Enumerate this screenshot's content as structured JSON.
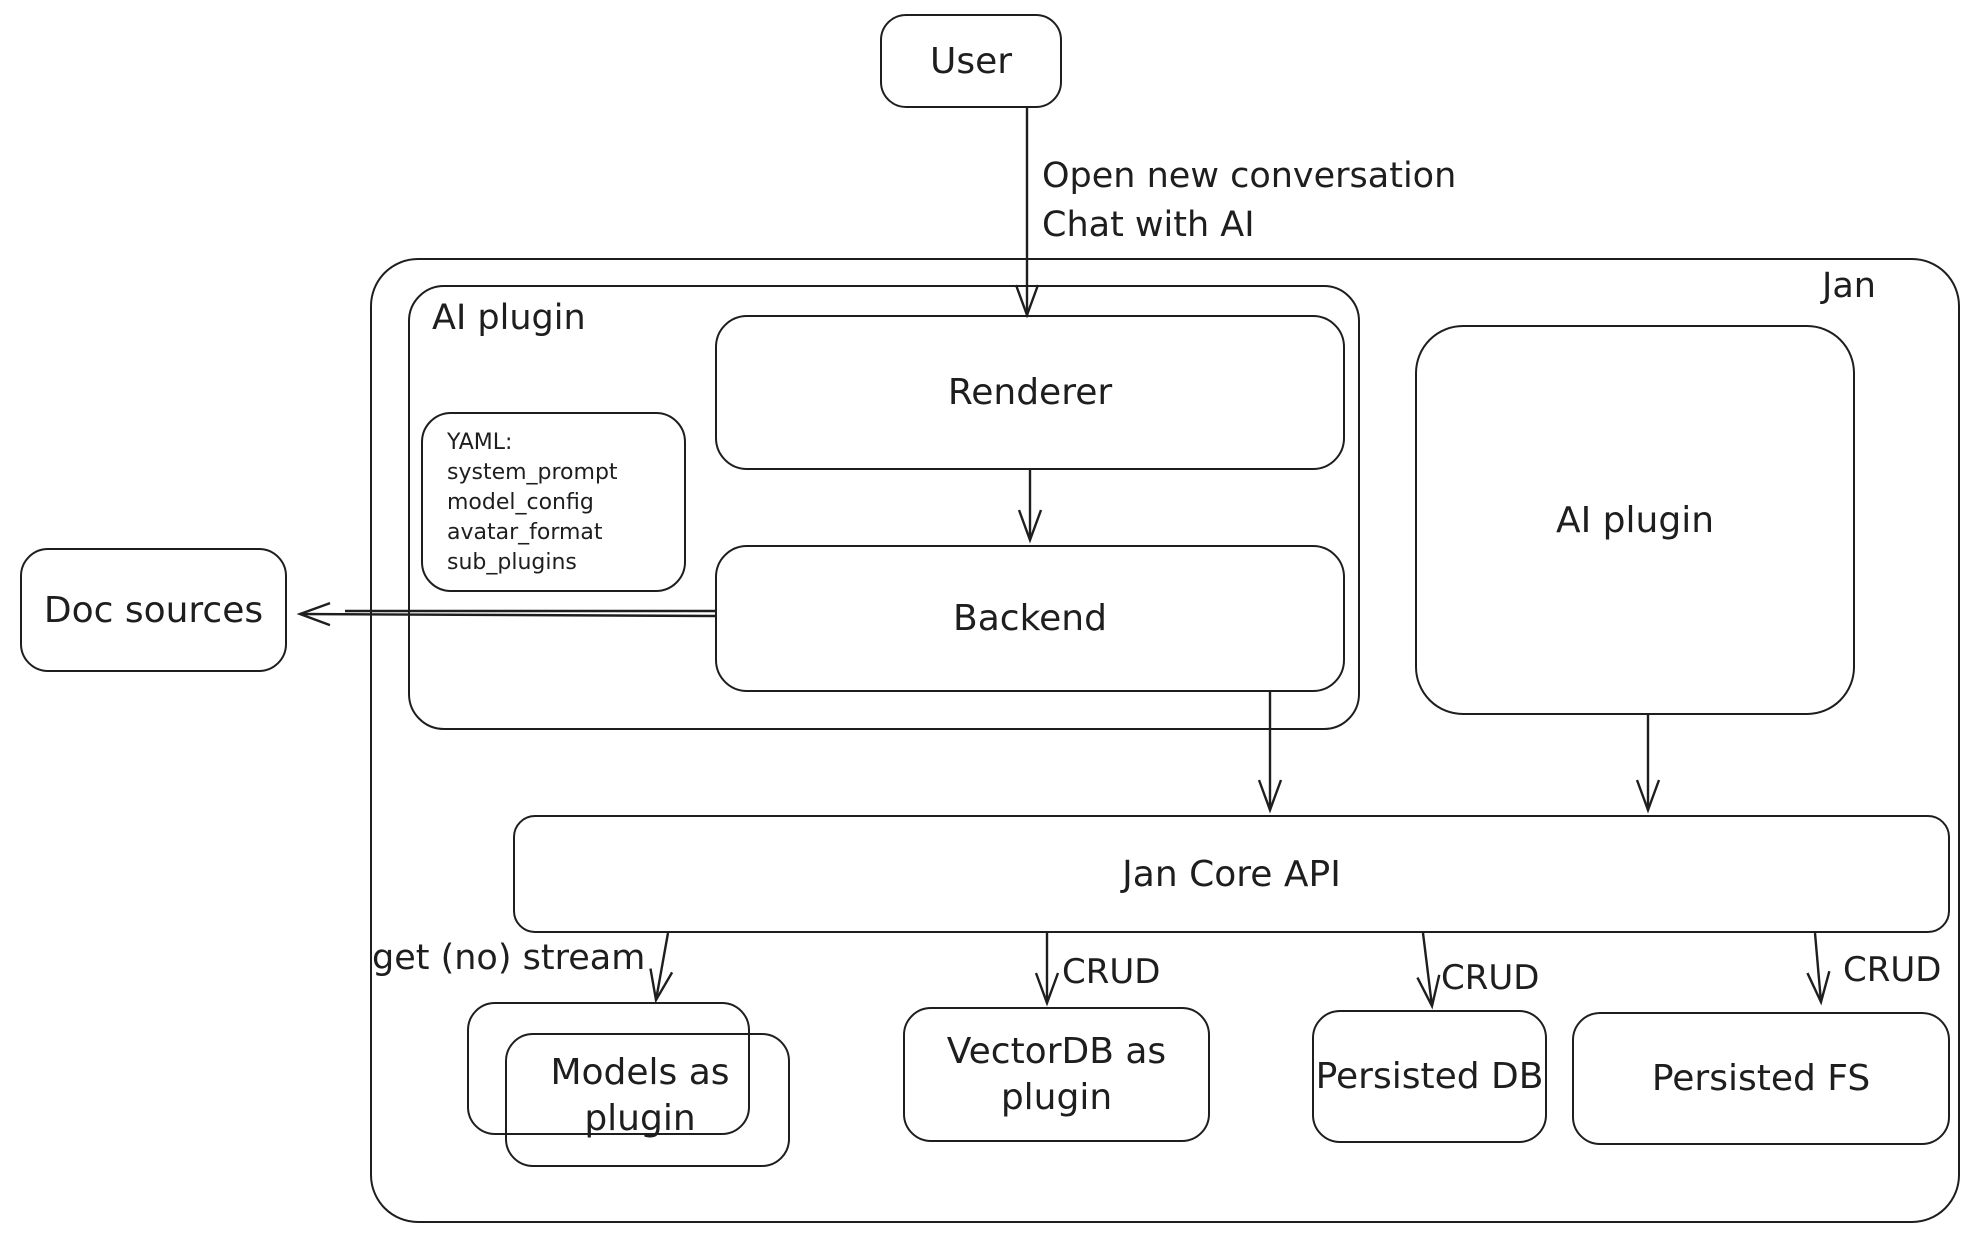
{
  "diagram": {
    "stroke_color": "#1e1e1e",
    "background": "#ffffff",
    "nodes": {
      "user": "User",
      "jan": "Jan",
      "ai_plugin_container": "AI plugin",
      "renderer": "Renderer",
      "backend": "Backend",
      "doc_sources": "Doc sources",
      "ai_plugin_right": "AI plugin",
      "jan_core_api": "Jan Core API",
      "models": {
        "line1": "Models as",
        "line2": "plugin"
      },
      "vectordb": {
        "line1": "VectorDB as",
        "line2": "plugin"
      },
      "persisted_db": "Persisted DB",
      "persisted_fs": "Persisted FS"
    },
    "yaml_note": {
      "title": "YAML:",
      "lines": [
        "system_prompt",
        "model_config",
        "avatar_format",
        "sub_plugins"
      ]
    },
    "edge_labels": {
      "user_to_renderer": {
        "line1": "Open new conversation",
        "line2": "Chat with AI"
      },
      "get_no_stream": "get (no) stream",
      "crud_vectordb": "CRUD",
      "crud_persisted_db": "CRUD",
      "crud_persisted_fs": "CRUD"
    }
  }
}
